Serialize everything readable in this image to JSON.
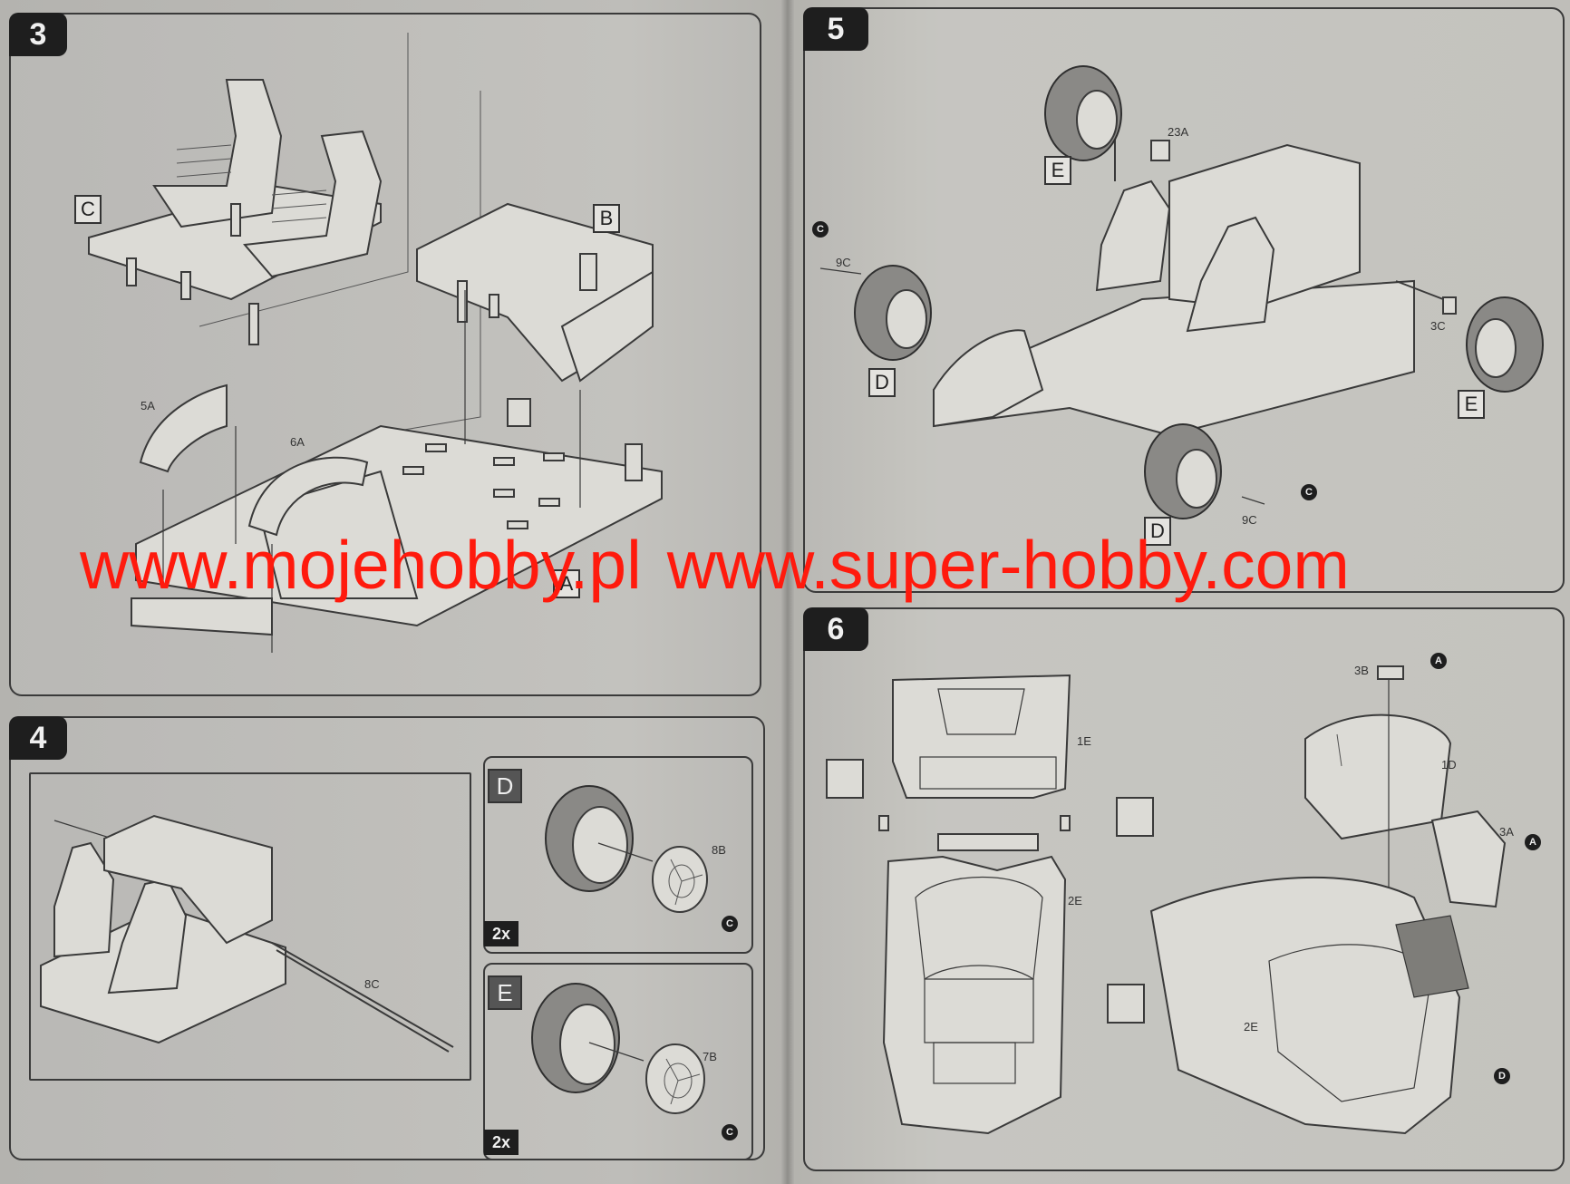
{
  "steps": [
    {
      "number": "3",
      "part_labels": [
        "C",
        "B",
        "A"
      ],
      "part_numbers": [
        "5A",
        "6A"
      ]
    },
    {
      "number": "4",
      "part_numbers": [
        "8C"
      ],
      "subassemblies": [
        {
          "label": "D",
          "part_number": "8B",
          "cement": "C",
          "multiplier": "2x"
        },
        {
          "label": "E",
          "part_number": "7B",
          "cement": "C",
          "multiplier": "2x"
        }
      ]
    },
    {
      "number": "5",
      "part_labels": [
        "E",
        "D",
        "D",
        "E"
      ],
      "part_numbers": [
        "23A",
        "9C",
        "3C",
        "9C"
      ],
      "cement": [
        "C",
        "C"
      ]
    },
    {
      "number": "6",
      "part_numbers": [
        "3B",
        "1E",
        "1D",
        "3A",
        "2E",
        "2E"
      ],
      "cement": [
        "A",
        "A",
        "D"
      ]
    }
  ],
  "watermark": {
    "left": "www.mojehobby.pl",
    "right": "www.super-hobby.com",
    "color": "#ff1a0d"
  },
  "icons": [
    "seat-icon",
    "chassis-icon",
    "wheel-icon",
    "body-shell-icon",
    "windscreen-icon",
    "cement-icon"
  ]
}
